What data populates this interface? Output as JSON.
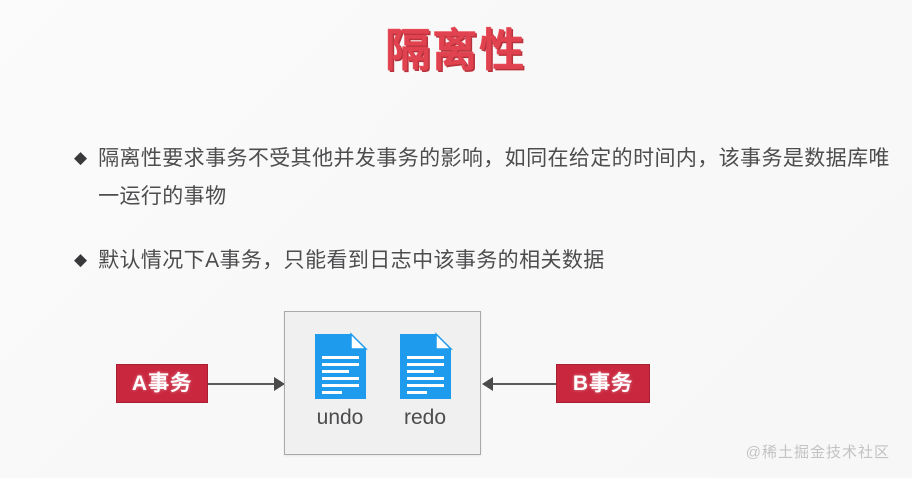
{
  "slide": {
    "title": "隔离性",
    "background_color": "#f9f9f9",
    "accent_color": "#e0434f"
  },
  "bullets": [
    {
      "marker": "◆",
      "text": "隔离性要求事务不受其他并发事务的影响，如同在给定的时间内，该事务是数据库唯一运行的事物"
    },
    {
      "marker": "◆",
      "text": "默认情况下A事务，只能看到日志中该事务的相关数据"
    }
  ],
  "diagram": {
    "left_box": {
      "label": "A事务",
      "color": "#c9273e",
      "text_color": "#ffffff"
    },
    "right_box": {
      "label": "B事务",
      "color": "#c9273e",
      "text_color": "#ffffff"
    },
    "log_container": {
      "border_color": "#a9a9a9",
      "fill_color": "#f0f0f0",
      "items": [
        {
          "label": "undo",
          "icon": "document-icon",
          "icon_color": "#1e9bec"
        },
        {
          "label": "redo",
          "icon": "document-icon",
          "icon_color": "#1e9bec"
        }
      ]
    },
    "arrows": [
      {
        "name": "a-to-log",
        "direction": "right"
      },
      {
        "name": "b-to-log",
        "direction": "left"
      }
    ]
  },
  "watermark": {
    "text": "@稀土掘金技术社区"
  }
}
